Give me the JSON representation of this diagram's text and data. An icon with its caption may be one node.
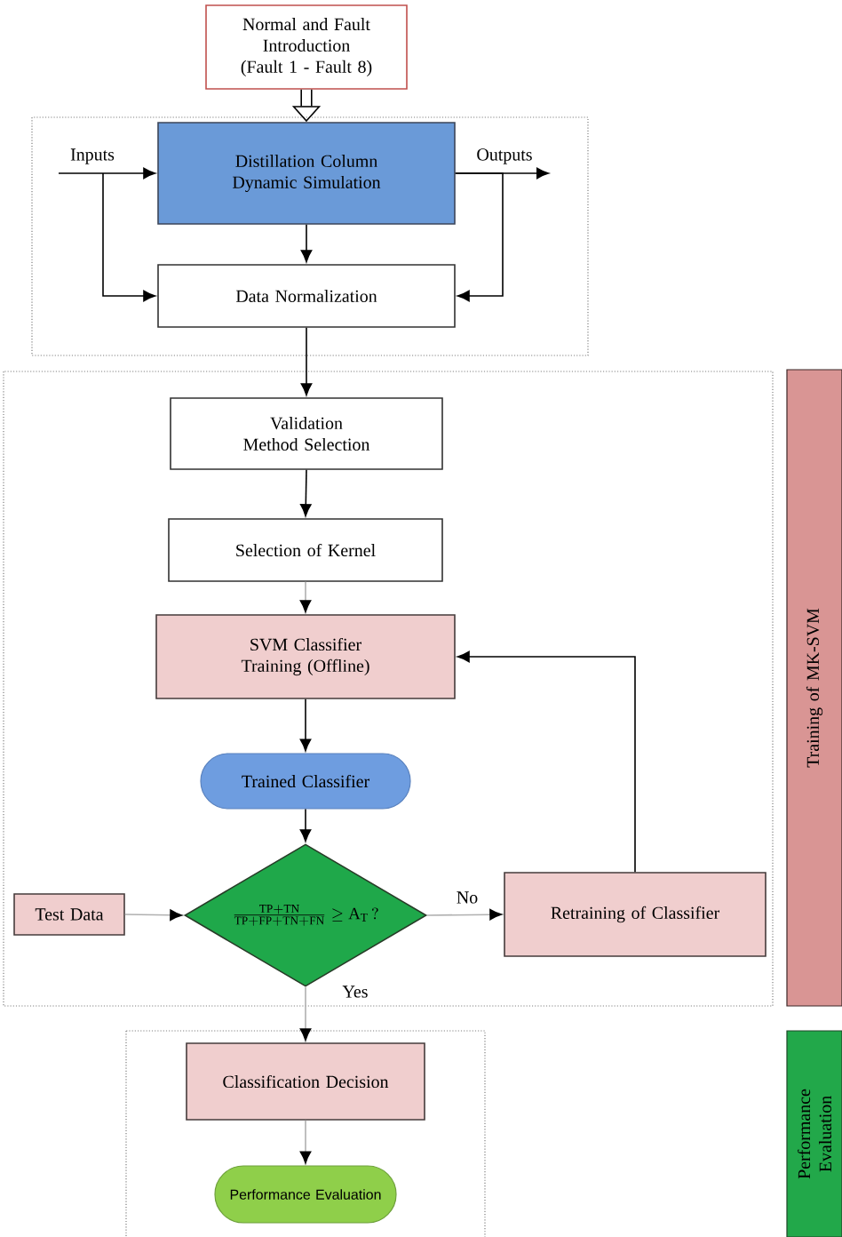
{
  "diagram": {
    "nodes": [
      {
        "text": [
          "Normal and Fault Introduction (Fault 1 - Fault 8)"
        ]
      },
      {
        "text": [
          "Distillation Column Dynamic Simulation"
        ]
      },
      {
        "text": [
          "Data Normalization"
        ]
      },
      {
        "text": [
          "Validation Method Selection"
        ]
      },
      {
        "text": [
          "Selection of Kernel"
        ]
      },
      {
        "text": [
          "SVM Classifier Training (Offline)"
        ]
      },
      {
        "text": [
          "Trained Classifier"
        ]
      },
      {
        "text": [
          "\\frac{\\mathrm{TP+TN}}{\\mathrm{TP+FP+TN+FN}}\\geq \\mathrm{A}_{\\mathrm{T}}\\,\\mathrm{?}"
        ]
      },
      {
        "text": [
          "Test Data"
        ]
      },
      {
        "text": [
          "Retraining of Classifier"
        ]
      },
      {
        "text": [
          "Classification Decision"
        ]
      },
      {
        "text": [
          "Performance Evaluation"
        ]
      },
      {
        "text": [
          "Training of MK-SVM"
        ]
      },
      {
        "text": [
          "Performance Evaluation"
        ]
      }
    ],
    "edges": [
      {
        "from": 0,
        "to": 1,
        "arrow": "to",
        "style": "thick"
      },
      {
        "from": null,
        "to": 1,
        "arrow": "to",
        "label": "Inputs"
      },
      {
        "from": null,
        "to": 2,
        "arrow": "to"
      },
      {
        "from": 1,
        "to": null,
        "arrow": "to",
        "label": "Outputs"
      },
      {
        "from": 1,
        "to": 2,
        "arrow": "to"
      },
      {
        "from": 1,
        "to": 2,
        "arrow": "to"
      },
      {
        "from": 2,
        "to": 3,
        "arrow": "to"
      },
      {
        "from": 3,
        "to": 4,
        "arrow": "to"
      },
      {
        "from": 4,
        "to": 5,
        "arrow": "to",
        "color": "#b0b0b0"
      },
      {
        "from": 5,
        "to": 6,
        "arrow": "to"
      },
      {
        "from": 6,
        "to": 7,
        "arrow": "to"
      },
      {
        "from": 8,
        "to": 7,
        "arrow": "to",
        "color": "#b0b0b0"
      },
      {
        "from": 7,
        "to": 9,
        "arrow": "to",
        "label": "No",
        "color": "#b0b0b0"
      },
      {
        "from": 9,
        "to": 5,
        "arrow": "to"
      },
      {
        "from": 7,
        "to": 10,
        "arrow": "to",
        "label": "Yes",
        "color": "#b0b0b0"
      },
      {
        "from": 10,
        "to": 11,
        "arrow": "to",
        "color": "#b0b0b0"
      }
    ]
  }
}
